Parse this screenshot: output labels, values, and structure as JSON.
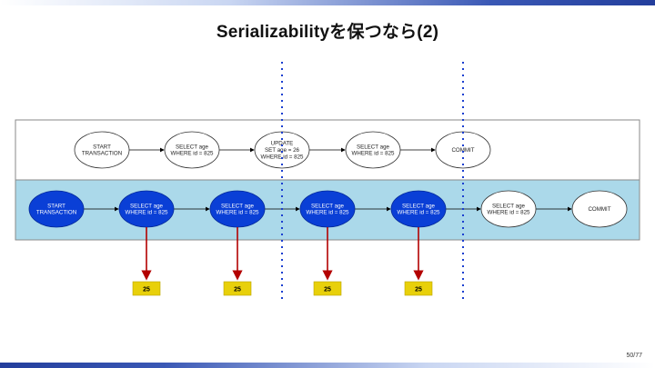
{
  "slide": {
    "title": "Serializabilityを保つなら(2)",
    "page_number": "50/77"
  },
  "diagram": {
    "colors": {
      "top_lane_bg": "#ffffff",
      "bottom_lane_bg": "#abd9ea",
      "blue_node": "#0a3fd6",
      "white_node": "#ffffff",
      "divider": "#1b3fd0",
      "arrow_red": "#b30000",
      "result_box": "#e8d00a"
    },
    "top_row": [
      {
        "lines": [
          "START",
          "TRANSACTION"
        ],
        "fill": "white"
      },
      {
        "lines": [
          "SELECT age",
          "WHERE id = 825"
        ],
        "fill": "white"
      },
      {
        "lines": [
          "UPDATE",
          "SET age = 26",
          "WHERE id = 825"
        ],
        "fill": "white"
      },
      {
        "lines": [
          "SELECT age",
          "WHERE id = 825"
        ],
        "fill": "white"
      },
      {
        "lines": [
          "COMMIT"
        ],
        "fill": "white"
      }
    ],
    "bottom_row": [
      {
        "lines": [
          "START",
          "TRANSACTION"
        ],
        "fill": "blue"
      },
      {
        "lines": [
          "SELECT age",
          "WHERE id = 825"
        ],
        "fill": "blue"
      },
      {
        "lines": [
          "SELECT age",
          "WHERE id = 825"
        ],
        "fill": "blue"
      },
      {
        "lines": [
          "SELECT age",
          "WHERE id = 825"
        ],
        "fill": "blue"
      },
      {
        "lines": [
          "SELECT age",
          "WHERE id = 825"
        ],
        "fill": "blue"
      },
      {
        "lines": [
          "SELECT age",
          "WHERE id = 825"
        ],
        "fill": "white"
      },
      {
        "lines": [
          "COMMIT"
        ],
        "fill": "white"
      }
    ],
    "results": [
      {
        "from_bottom_node": 1,
        "value": "25"
      },
      {
        "from_bottom_node": 2,
        "value": "25"
      },
      {
        "from_bottom_node": 3,
        "value": "25"
      },
      {
        "from_bottom_node": 4,
        "value": "25"
      }
    ]
  }
}
